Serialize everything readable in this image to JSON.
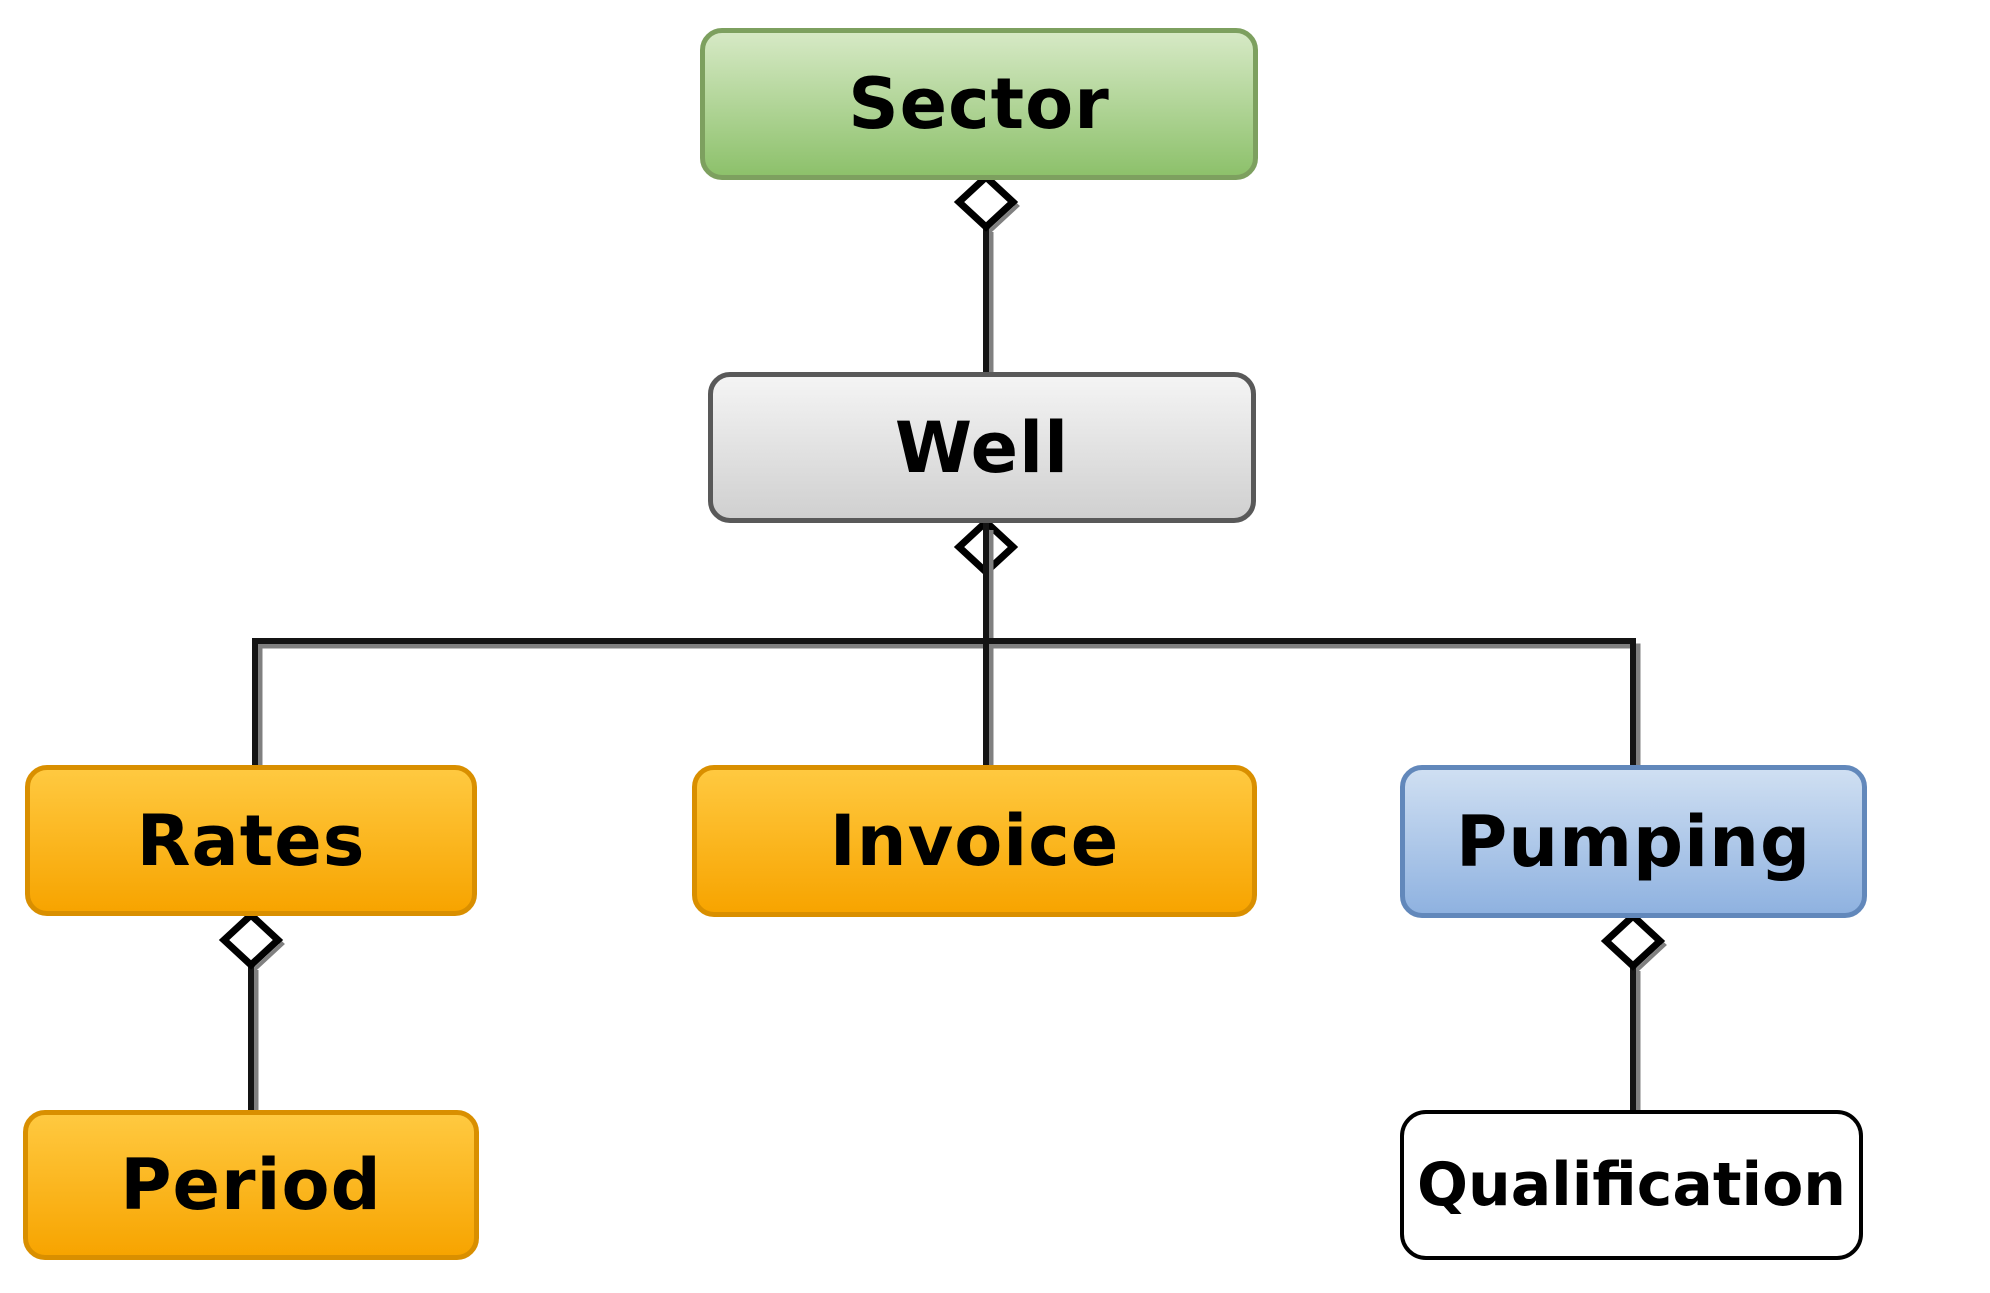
{
  "diagram": {
    "nodes": [
      {
        "id": "sector",
        "label": "Sector",
        "color_top": "#d6e9c5",
        "color_bottom": "#8dc16b",
        "border": "#7da05f",
        "text_color": "#000000"
      },
      {
        "id": "well",
        "label": "Well",
        "color_top": "#f4f4f4",
        "color_bottom": "#d0d0d0",
        "border": "#595959",
        "text_color": "#000000"
      },
      {
        "id": "rates",
        "label": "Rates",
        "color_top": "#ffc940",
        "color_bottom": "#f7a400",
        "border": "#d98f00",
        "text_color": "#000000"
      },
      {
        "id": "invoice",
        "label": "Invoice",
        "color_top": "#ffc940",
        "color_bottom": "#f7a400",
        "border": "#d98f00",
        "text_color": "#000000"
      },
      {
        "id": "pumping",
        "label": "Pumping",
        "color_top": "#cfdff2",
        "color_bottom": "#8fb2e0",
        "border": "#6288bb",
        "text_color": "#000000"
      },
      {
        "id": "period",
        "label": "Period",
        "color_top": "#ffc940",
        "color_bottom": "#f7a400",
        "border": "#d98f00",
        "text_color": "#000000"
      },
      {
        "id": "qualification",
        "label": "Qualification",
        "color_top": "#ffffff",
        "color_bottom": "#ffffff",
        "border": "#000000",
        "text_color": "#000000"
      }
    ],
    "edges": [
      {
        "from": "sector",
        "to": "well",
        "type": "aggregation"
      },
      {
        "from": "well",
        "to": "rates",
        "type": "aggregation"
      },
      {
        "from": "well",
        "to": "invoice",
        "type": "aggregation"
      },
      {
        "from": "well",
        "to": "pumping",
        "type": "aggregation"
      },
      {
        "from": "rates",
        "to": "period",
        "type": "aggregation"
      },
      {
        "from": "pumping",
        "to": "qualification",
        "type": "aggregation"
      }
    ],
    "connector": {
      "line_color": "#141414",
      "shadow_color": "#808080",
      "diamond_fill": "#ffffff",
      "diamond_stroke": "#000000"
    }
  }
}
